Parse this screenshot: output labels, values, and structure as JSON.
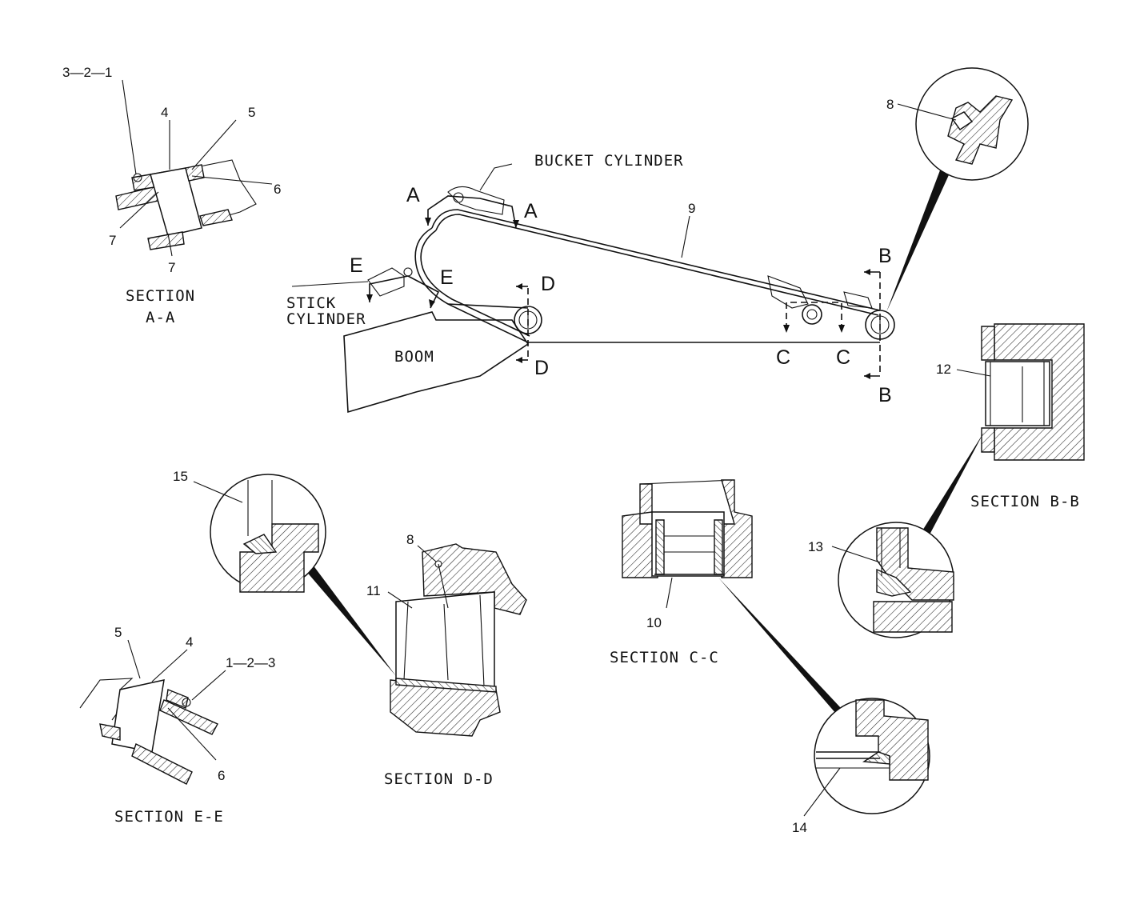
{
  "labels": {
    "bucket_cylinder": "BUCKET CYLINDER",
    "stick_cylinder_1": "STICK",
    "stick_cylinder_2": "CYLINDER",
    "boom": "BOOM",
    "section_a_1": "SECTION",
    "section_a_2": "A-A",
    "section_bb": "SECTION B-B",
    "section_cc": "SECTION C-C",
    "section_dd": "SECTION D-D",
    "section_ee": "SECTION E-E"
  },
  "cuts": {
    "a": "A",
    "b": "B",
    "c": "C",
    "d": "D",
    "e": "E"
  },
  "callouts": {
    "a_321": "3—2—1",
    "a_4": "4",
    "a_5": "5",
    "a_6": "6",
    "a_7a": "7",
    "a_7b": "7",
    "top_8": "8",
    "link_9": "9",
    "cc_10": "10",
    "dd_8": "8",
    "dd_11": "11",
    "bb_12": "12",
    "bb_13": "13",
    "cc_14": "14",
    "dd_15": "15",
    "ee_5": "5",
    "ee_4": "4",
    "ee_123": "1—2—3",
    "ee_6": "6"
  }
}
